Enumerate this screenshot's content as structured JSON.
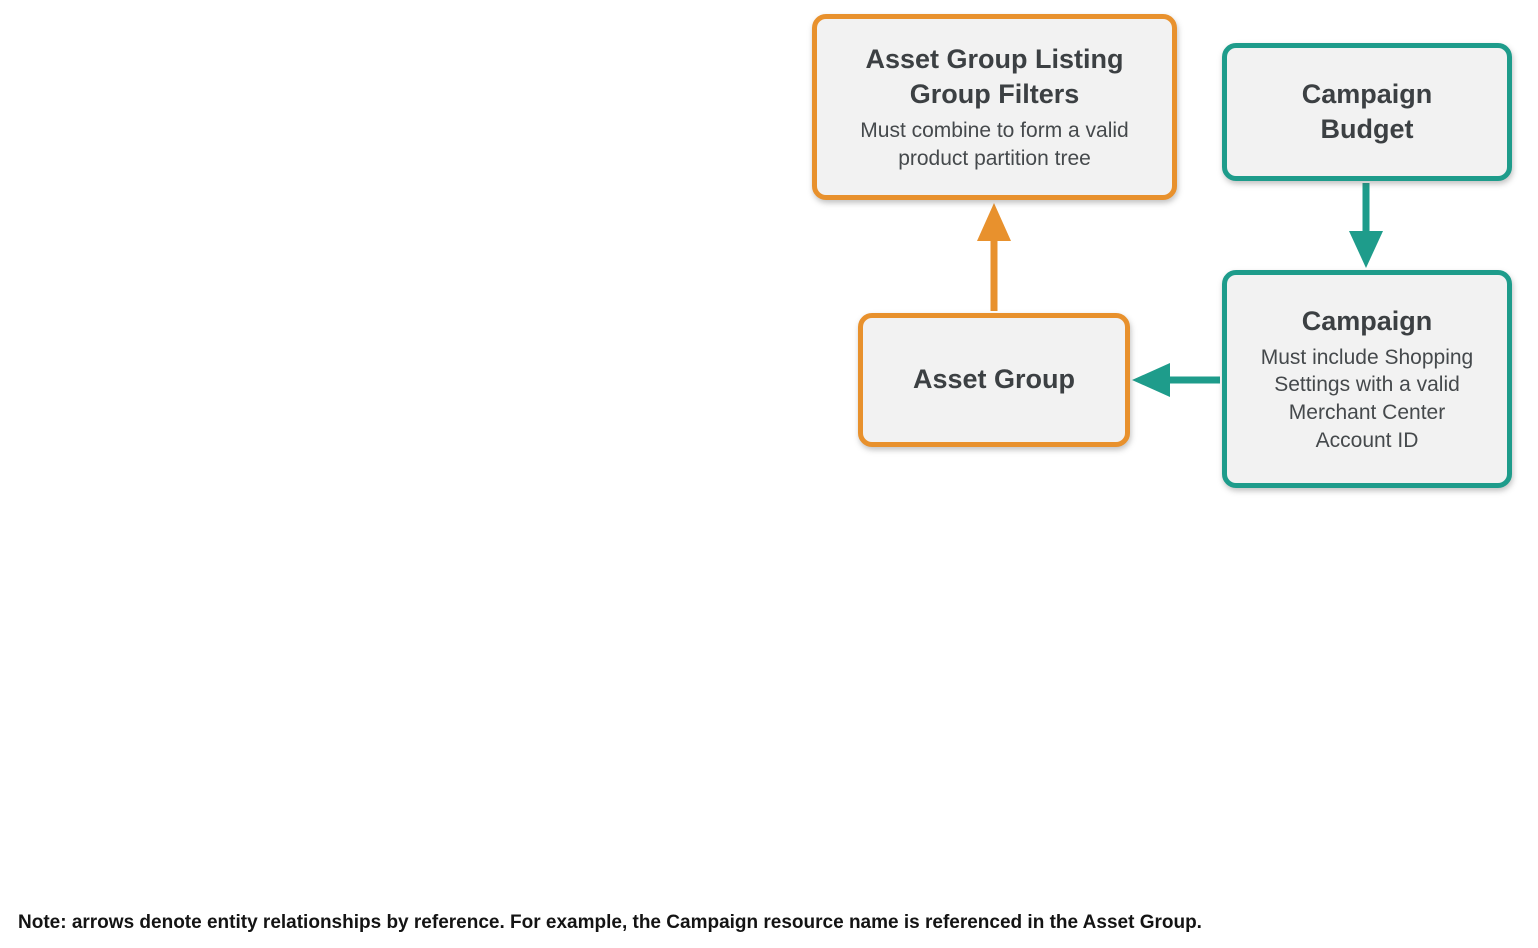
{
  "colors": {
    "orange": "#E8912D",
    "teal": "#1E9C8B",
    "node_fill": "#F2F2F2",
    "node_title": "#3C4043",
    "node_subtitle": "#45494C",
    "note": "#141414",
    "background": "#FFFFFF"
  },
  "nodes": {
    "asset_group_listing_group_filters": {
      "title": "Asset Group Listing Group Filters",
      "subtitle": "Must combine to form a valid product partition tree",
      "accent": "orange"
    },
    "campaign_budget": {
      "title": "Campaign Budget",
      "subtitle": "",
      "accent": "teal"
    },
    "asset_group": {
      "title": "Asset Group",
      "subtitle": "",
      "accent": "orange"
    },
    "campaign": {
      "title": "Campaign",
      "subtitle": "Must include Shopping Settings with a valid Merchant Center Account ID",
      "accent": "teal"
    }
  },
  "edges": [
    {
      "from": "asset_group",
      "to": "asset_group_listing_group_filters",
      "color": "orange"
    },
    {
      "from": "campaign_budget",
      "to": "campaign",
      "color": "teal"
    },
    {
      "from": "campaign",
      "to": "asset_group",
      "color": "teal"
    }
  ],
  "note": "Note: arrows denote entity relationships by reference. For example, the Campaign resource name is referenced in the Asset Group."
}
